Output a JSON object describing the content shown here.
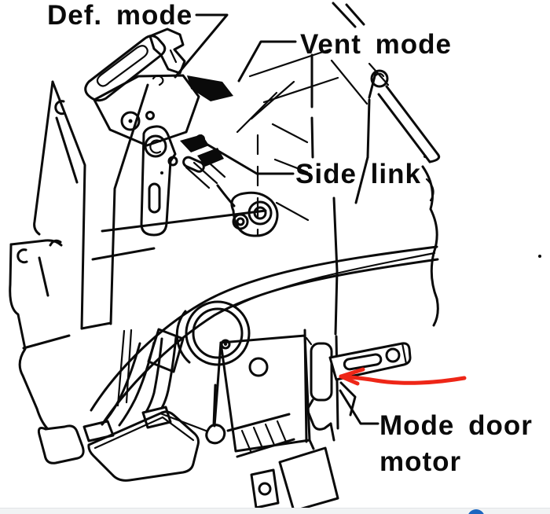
{
  "diagram": {
    "background": "#ffffff",
    "ink_color": "#0a0a0a",
    "labels": {
      "def_mode": "Def. mode",
      "vent_mode": "Vent mode",
      "side_link": "Side link",
      "mode_door_motor_line1": "Mode door",
      "mode_door_motor_line2": "motor"
    }
  },
  "annotation": {
    "red_arrow_color": "#ee2617"
  },
  "footer": {
    "strip_color": "#f1f3f4",
    "peek_button_color": "#1b66c0"
  }
}
